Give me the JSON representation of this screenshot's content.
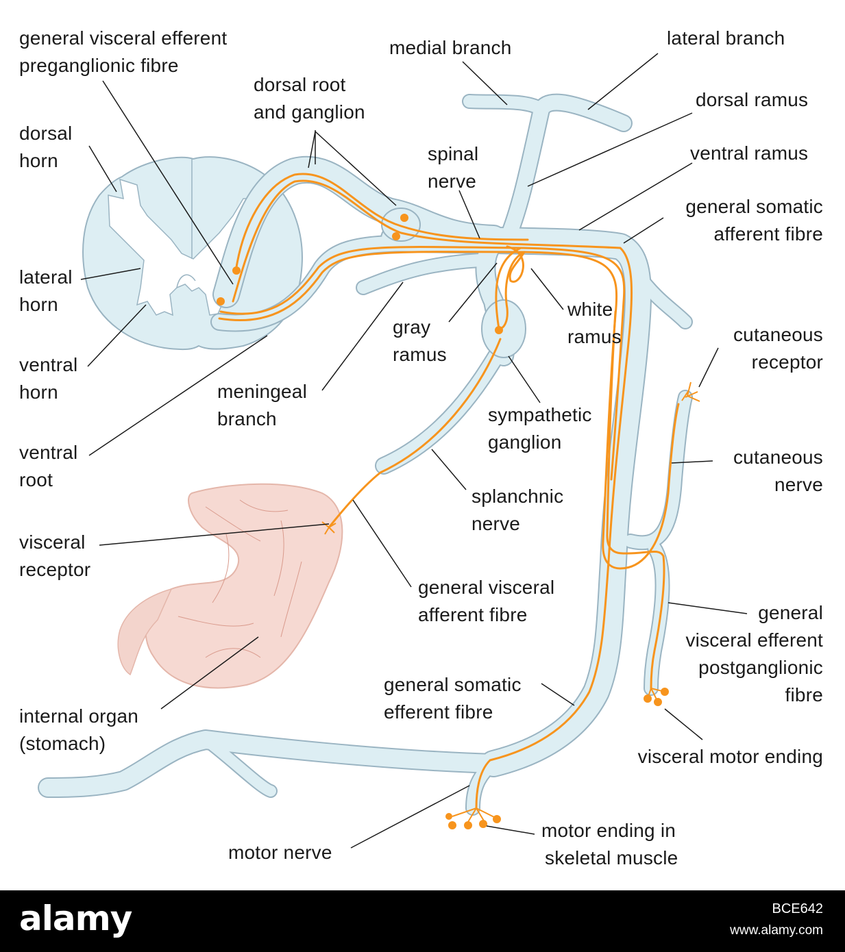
{
  "colors": {
    "nerve_fill": "#ddeef3",
    "nerve_outline": "#9ab4c2",
    "fibre": "#f7941d",
    "stomach": "#f6d9d2",
    "footer_bg": "#000000"
  },
  "labels": {
    "gve_pre_1": "general visceral efferent",
    "gve_pre_2": "preganglionic fibre",
    "dorsal_horn_1": "dorsal",
    "dorsal_horn_2": "horn",
    "lateral_horn_1": "lateral",
    "lateral_horn_2": "horn",
    "ventral_horn_1": "ventral",
    "ventral_horn_2": "horn",
    "ventral_root_1": "ventral",
    "ventral_root_2": "root",
    "dorsal_root_1": "dorsal root",
    "dorsal_root_2": "and ganglion",
    "medial_branch": "medial branch",
    "lateral_branch": "lateral branch",
    "dorsal_ramus": "dorsal ramus",
    "ventral_ramus": "ventral ramus",
    "spinal_nerve_1": "spinal",
    "spinal_nerve_2": "nerve",
    "gsa_1": "general somatic",
    "gsa_2": "afferent fibre",
    "white_ramus_1": "white",
    "white_ramus_2": "ramus",
    "gray_ramus_1": "gray",
    "gray_ramus_2": "ramus",
    "meningeal_1": "meningeal",
    "meningeal_2": "branch",
    "symp_ganglion_1": "sympathetic",
    "symp_ganglion_2": "ganglion",
    "cut_receptor_1": "cutaneous",
    "cut_receptor_2": "receptor",
    "cut_nerve_1": "cutaneous",
    "cut_nerve_2": "nerve",
    "splanchnic_1": "splanchnic",
    "splanchnic_2": "nerve",
    "visc_receptor_1": "visceral",
    "visc_receptor_2": "receptor",
    "gva_1": "general visceral",
    "gva_2": "afferent fibre",
    "gve_post_1": "general",
    "gve_post_2": "visceral efferent",
    "gve_post_3": "postganglionic",
    "gve_post_4": "fibre",
    "gse_1": "general somatic",
    "gse_2": "efferent fibre",
    "internal_organ_1": "internal organ",
    "internal_organ_2": "(stomach)",
    "visc_motor_ending": "visceral motor ending",
    "motor_nerve": "motor nerve",
    "motor_ending_1": "motor ending in",
    "motor_ending_2": "skeletal muscle"
  },
  "footer": {
    "logo": "alamy",
    "image_id": "BCE642",
    "site": "www.alamy.com"
  }
}
